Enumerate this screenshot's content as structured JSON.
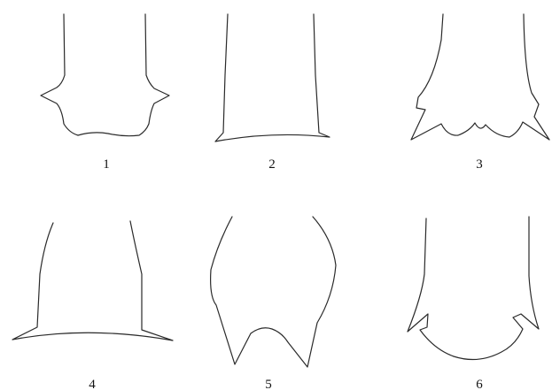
{
  "figures": [
    {
      "label": "1"
    },
    {
      "label": "2"
    },
    {
      "label": "3"
    },
    {
      "label": "4"
    },
    {
      "label": "5"
    },
    {
      "label": "6"
    }
  ]
}
